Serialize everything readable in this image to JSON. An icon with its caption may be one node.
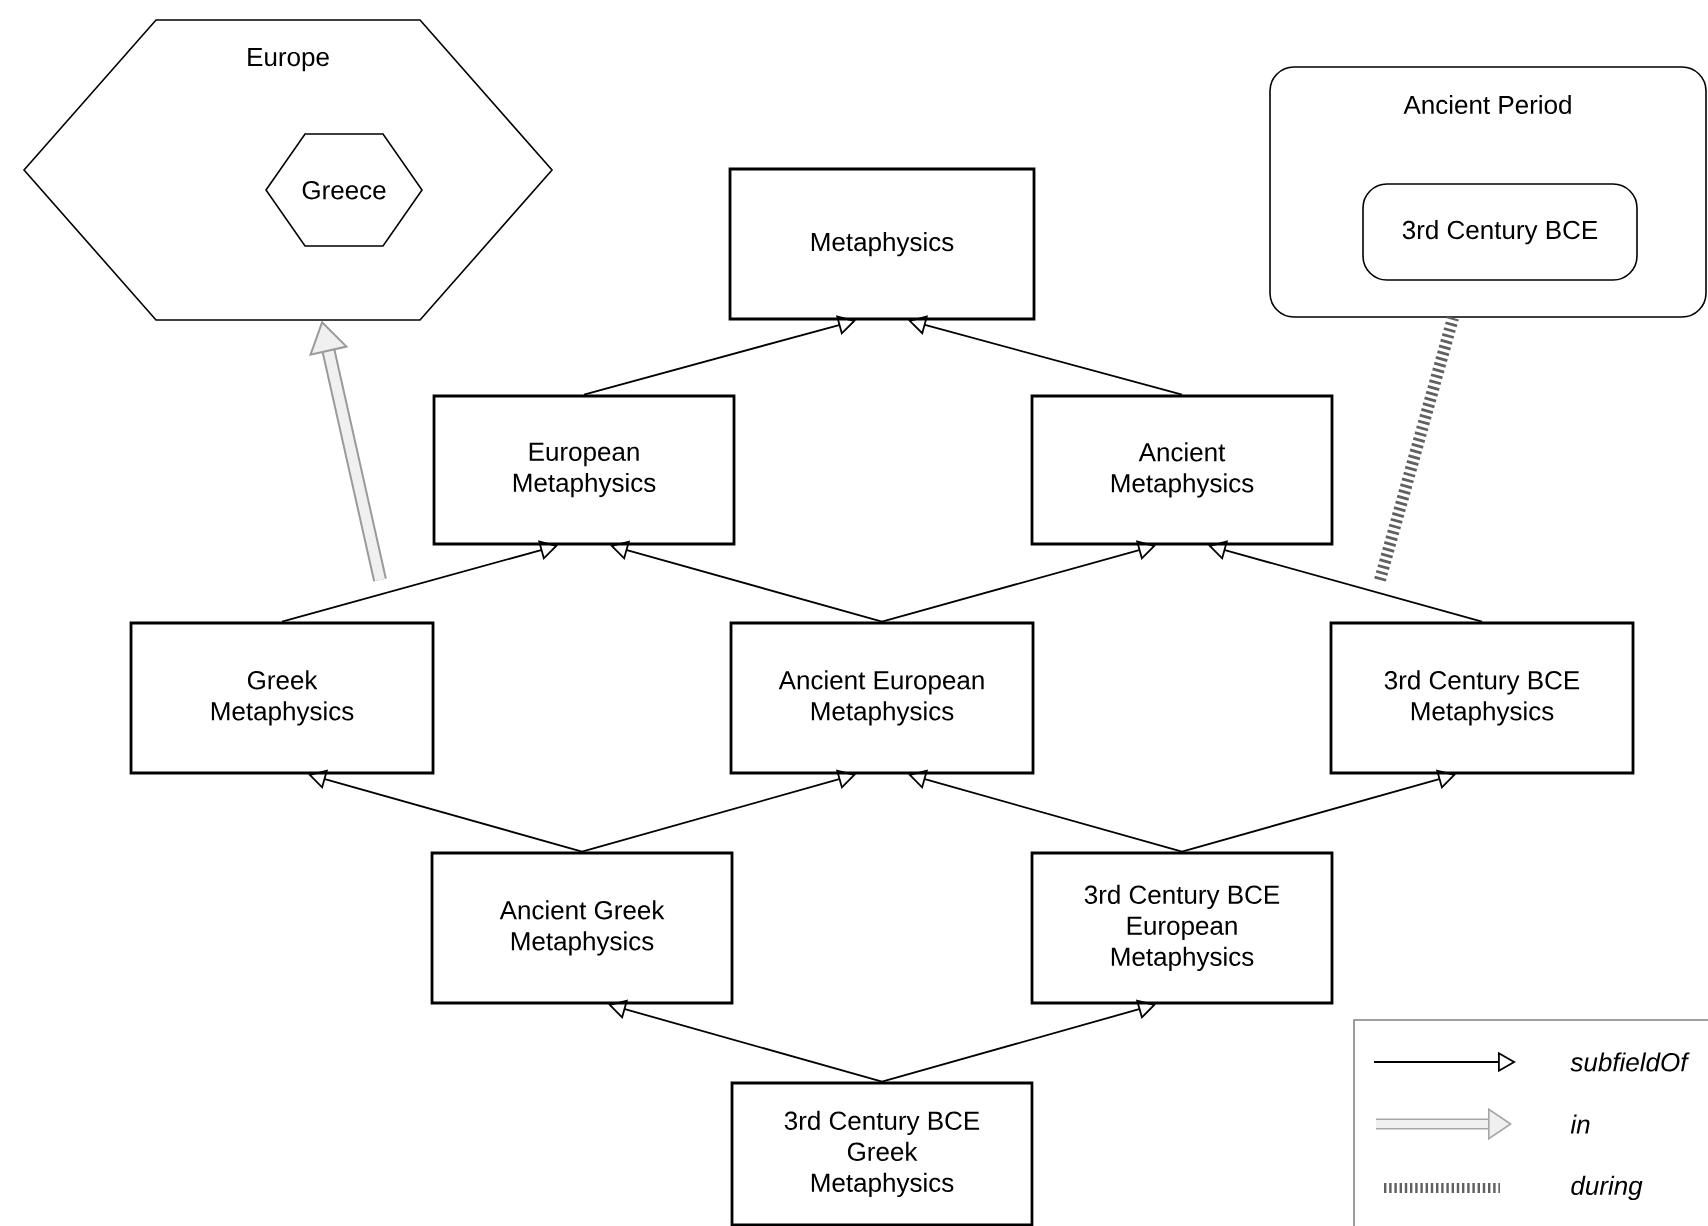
{
  "diagram": {
    "nodes": [
      {
        "text": [
          "Europe"
        ]
      },
      {
        "text": [
          "Greece"
        ],
        "in": 0
      },
      {
        "text": [
          "Ancient Period"
        ]
      },
      {
        "text": [
          "3rd Century BCE"
        ],
        "in": 2
      },
      {
        "text": [
          "Metaphysics"
        ]
      },
      {
        "text": [
          "European Metaphysics"
        ]
      },
      {
        "text": [
          "Ancient Metaphysics"
        ]
      },
      {
        "text": [
          "Greek Metaphysics"
        ]
      },
      {
        "text": [
          "Ancient European Metaphysics"
        ]
      },
      {
        "text": [
          "3rd Century BCE Metaphysics"
        ]
      },
      {
        "text": [
          "Ancient Greek Metaphysics"
        ]
      },
      {
        "text": [
          "3rd Century BCE European Metaphysics"
        ]
      },
      {
        "text": [
          "3rd Century BCE Greek Metaphysics"
        ]
      }
    ],
    "edges": [
      {
        "from": 5,
        "to": 4,
        "arrow": "to"
      },
      {
        "from": 6,
        "to": 4,
        "arrow": "to"
      },
      {
        "from": 7,
        "to": 5,
        "arrow": "to"
      },
      {
        "from": 8,
        "to": 5,
        "arrow": "to"
      },
      {
        "from": 8,
        "to": 6,
        "arrow": "to"
      },
      {
        "from": 9,
        "to": 6,
        "arrow": "to"
      },
      {
        "from": 10,
        "to": 7,
        "arrow": "to"
      },
      {
        "from": 10,
        "to": 8,
        "arrow": "to"
      },
      {
        "from": 11,
        "to": 8,
        "arrow": "to"
      },
      {
        "from": 11,
        "to": 9,
        "arrow": "to"
      },
      {
        "from": 12,
        "to": 10,
        "arrow": "to"
      },
      {
        "from": 12,
        "to": 11,
        "arrow": "to"
      },
      {
        "from": null,
        "to": 0,
        "arrow": "to",
        "style": "thick",
        "color": "#9a9a9a"
      },
      {
        "from": null,
        "to": 2,
        "arrow": "none",
        "style": "dashed",
        "color": "#606060"
      }
    ],
    "legend": [
      {
        "text": "subfieldOf"
      },
      {
        "text": "in"
      },
      {
        "text": "during"
      }
    ]
  }
}
